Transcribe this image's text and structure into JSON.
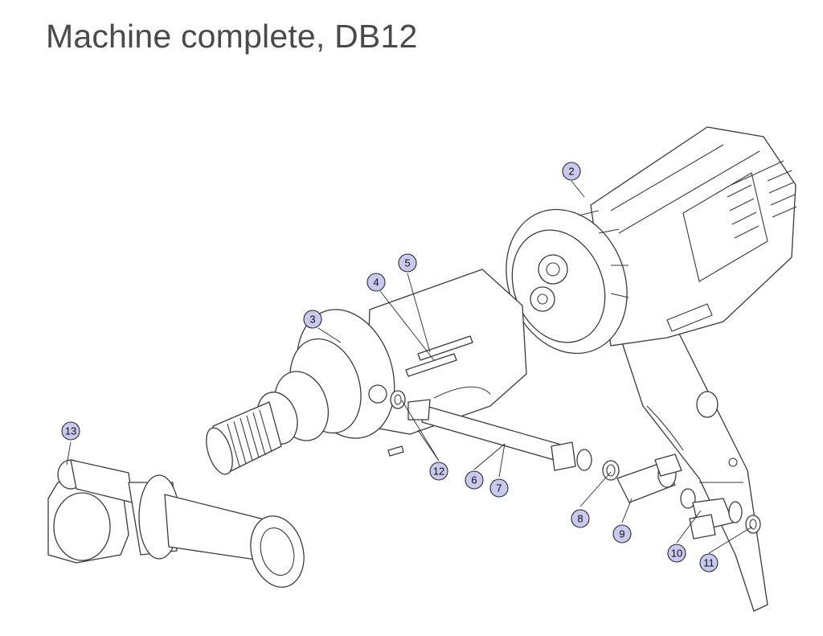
{
  "title": "Machine complete, DB12",
  "callout_color": "#c9c8ef",
  "callouts": [
    {
      "label": "2",
      "part": "motor-unit"
    },
    {
      "label": "3",
      "part": "gearbox"
    },
    {
      "label": "4",
      "part": "gearbox-screw"
    },
    {
      "label": "5",
      "part": "gearbox-screw"
    },
    {
      "label": "6",
      "part": "water-pipe"
    },
    {
      "label": "7",
      "part": "water-pipe"
    },
    {
      "label": "8",
      "part": "o-ring"
    },
    {
      "label": "9",
      "part": "coupling"
    },
    {
      "label": "10",
      "part": "water-valve"
    },
    {
      "label": "11",
      "part": "o-ring"
    },
    {
      "label": "12",
      "part": "o-ring"
    },
    {
      "label": "13",
      "part": "side-handle"
    }
  ]
}
